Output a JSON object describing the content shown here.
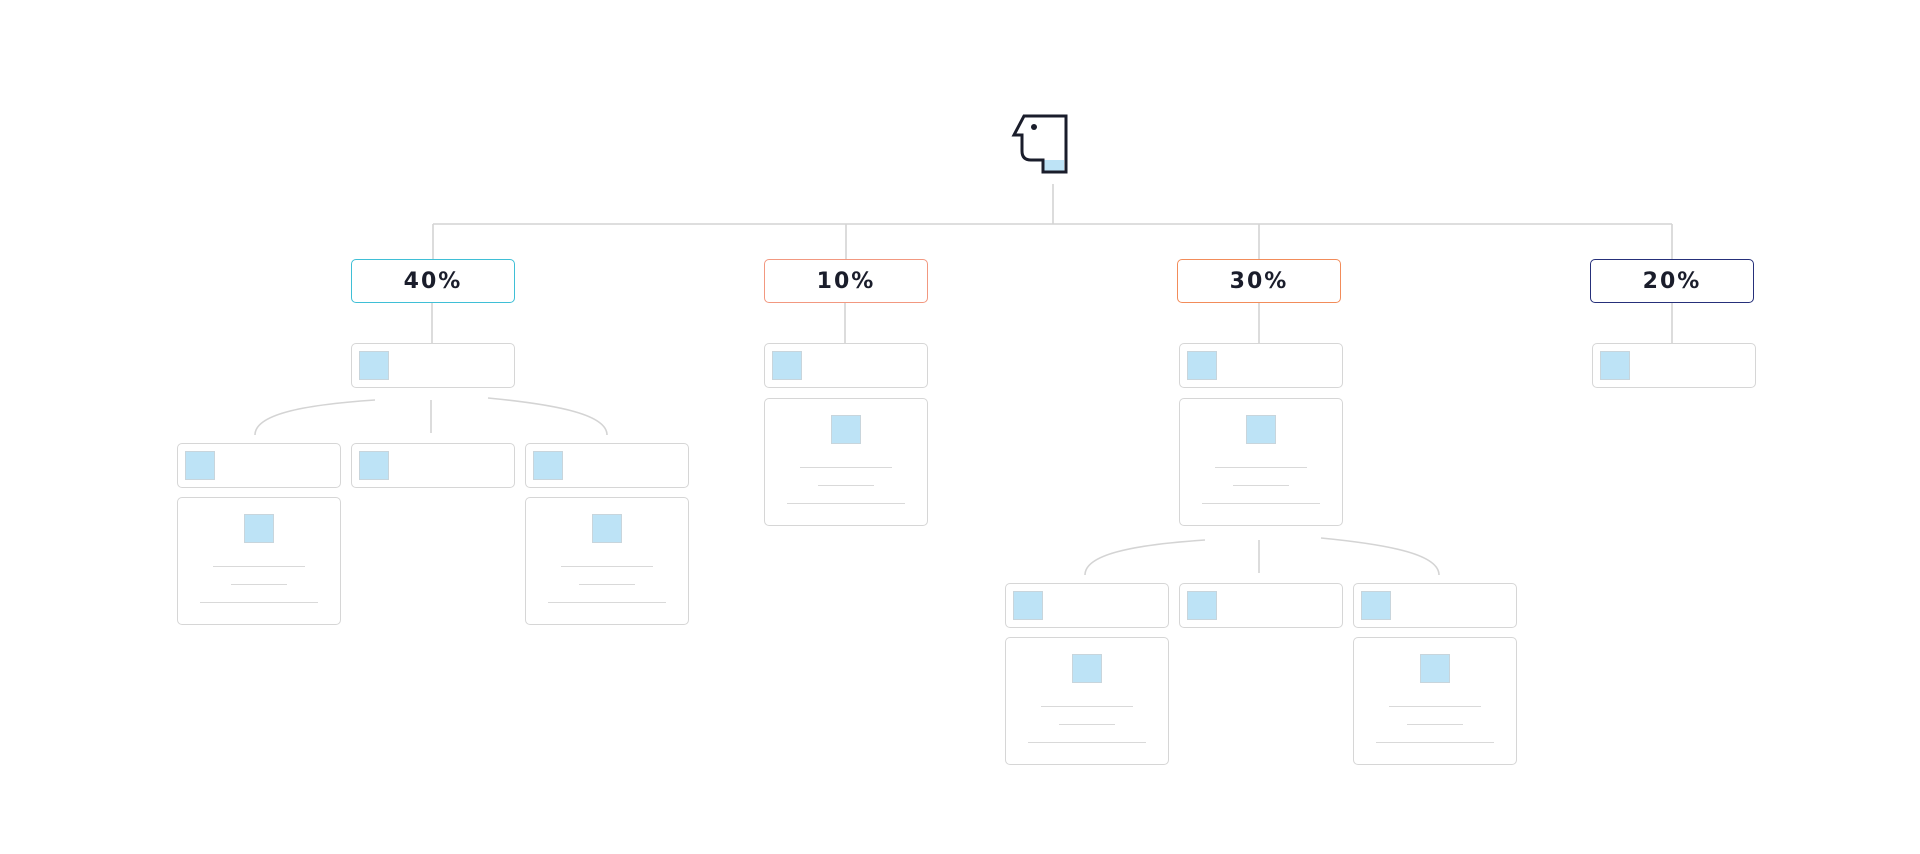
{
  "root": {
    "icon": "head-profile-icon",
    "fill_color": "#bde3f6"
  },
  "branches": [
    {
      "label": "40%",
      "accent": "#3fbfd6"
    },
    {
      "label": "10%",
      "accent": "#f29880"
    },
    {
      "label": "30%",
      "accent": "#f28c5a"
    },
    {
      "label": "20%",
      "accent": "#26307a"
    }
  ],
  "colors": {
    "connector": "#d4d4d4",
    "card_border": "#d6d6d6",
    "thumb": "#bde3f6",
    "text": "#1a1d2b"
  }
}
